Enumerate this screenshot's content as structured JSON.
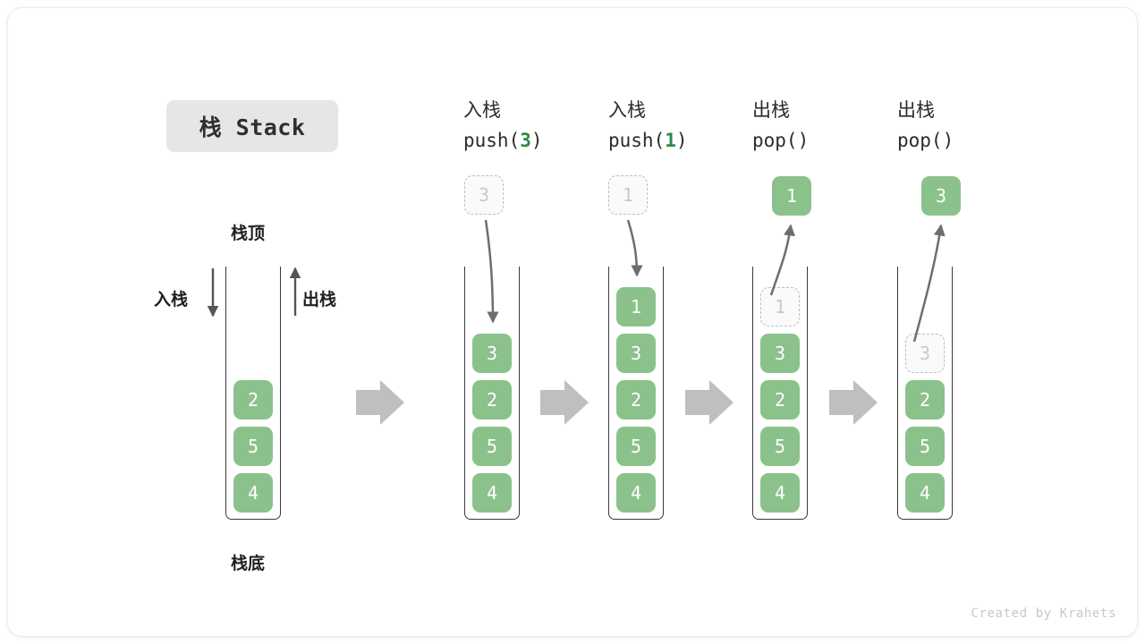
{
  "figure": {
    "title": "栈 Stack",
    "credit": "Created by Krahets",
    "accent_green": "#8bc28b",
    "ghost_gray": "#c9c9c9",
    "arrow_gray": "#6e6e6e",
    "block_arrow_gray": "#bfbfbf"
  },
  "legend": {
    "top_label": "栈顶",
    "bottom_label": "栈底",
    "push_label": "入栈",
    "pop_label": "出栈"
  },
  "steps": [
    {
      "id": "initial",
      "op_cn": "",
      "op_code": "",
      "stack": [
        "2",
        "5",
        "4"
      ],
      "ghost": null,
      "detached": null
    },
    {
      "id": "push-3",
      "op_cn": "入栈",
      "op_code_prefix": "push(",
      "op_code_arg": "3",
      "op_code_suffix": ")",
      "stack": [
        "3",
        "2",
        "5",
        "4"
      ],
      "detached_value": "3",
      "detached_kind": "ghost"
    },
    {
      "id": "push-1",
      "op_cn": "入栈",
      "op_code_prefix": "push(",
      "op_code_arg": "1",
      "op_code_suffix": ")",
      "stack": [
        "1",
        "3",
        "2",
        "5",
        "4"
      ],
      "detached_value": "1",
      "detached_kind": "ghost"
    },
    {
      "id": "pop-1",
      "op_cn": "出栈",
      "op_code_prefix": "pop(",
      "op_code_arg": "",
      "op_code_suffix": ")",
      "stack": [
        "3",
        "2",
        "5",
        "4"
      ],
      "ghost_top": "1",
      "detached_value": "1",
      "detached_kind": "solid"
    },
    {
      "id": "pop-3",
      "op_cn": "出栈",
      "op_code_prefix": "pop(",
      "op_code_arg": "",
      "op_code_suffix": ")",
      "stack": [
        "2",
        "5",
        "4"
      ],
      "ghost_top": "3",
      "detached_value": "3",
      "detached_kind": "solid"
    }
  ],
  "cells": {
    "s0": [
      "2",
      "5",
      "4"
    ],
    "s1": [
      "3",
      "2",
      "5",
      "4"
    ],
    "s2": [
      "1",
      "3",
      "2",
      "5",
      "4"
    ],
    "s3_ghost": "1",
    "s3": [
      "3",
      "2",
      "5",
      "4"
    ],
    "s4_ghost": "3",
    "s4": [
      "2",
      "5",
      "4"
    ],
    "d1": "3",
    "d2": "1",
    "d3": "1",
    "d4": "3"
  },
  "ops": {
    "o1": {
      "cn": "入栈",
      "code_a": "push(",
      "code_n": "3",
      "code_b": ")"
    },
    "o2": {
      "cn": "入栈",
      "code_a": "push(",
      "code_n": "1",
      "code_b": ")"
    },
    "o3": {
      "cn": "出栈",
      "code_a": "pop(",
      "code_n": "",
      "code_b": ")"
    },
    "o4": {
      "cn": "出栈",
      "code_a": "pop(",
      "code_n": "",
      "code_b": ")"
    }
  }
}
